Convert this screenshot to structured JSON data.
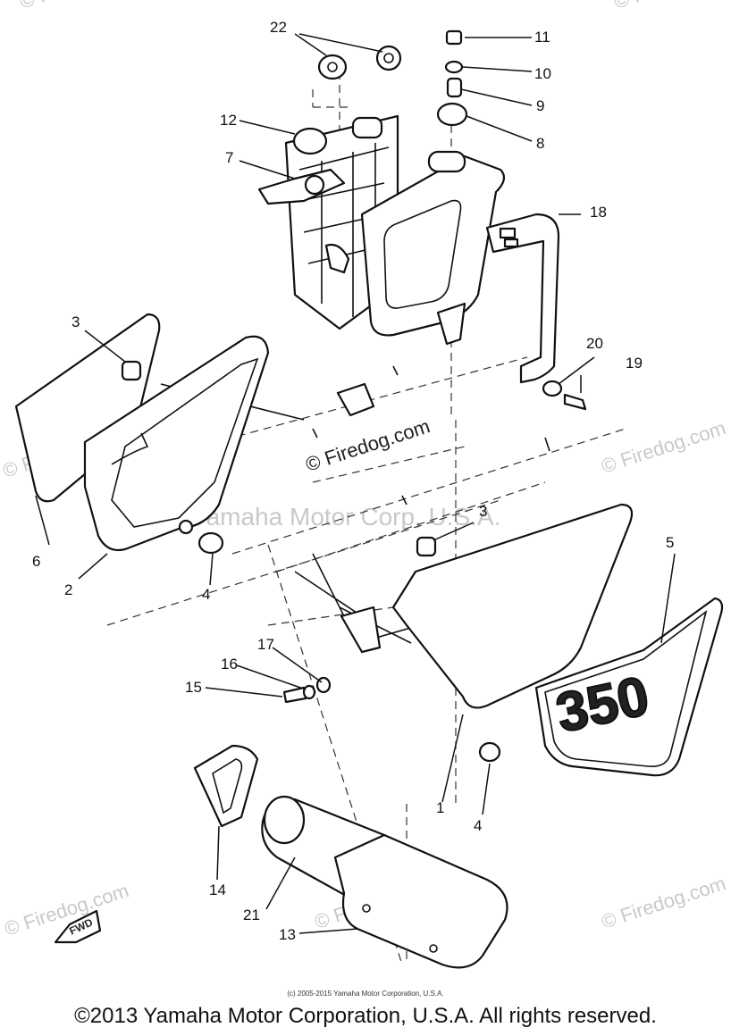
{
  "diagram": {
    "callouts": [
      "1",
      "2",
      "3",
      "4",
      "5",
      "6",
      "7",
      "8",
      "9",
      "10",
      "11",
      "12",
      "13",
      "14",
      "15",
      "16",
      "17",
      "18",
      "19",
      "20",
      "21",
      "22"
    ],
    "badge_text": "350",
    "fwd_label": "FWD",
    "watermarks": [
      "© Firedog.com",
      "© Firedog.com",
      "© Firedog.com",
      "© Firedog.com",
      "© Firedog.com",
      "© Firedog.com",
      "© Firedog.com"
    ],
    "overlay_watermark": "Yamaha Motor Corp, U.S.A.",
    "center_watermark": "© Firedog.com"
  },
  "footer": {
    "small_notice": "(c) 2005-2015 Yamaha Motor Corporation, U.S.A.",
    "copyright": "©2013 Yamaha Motor Corporation, U.S.A. All rights reserved."
  },
  "colors": {
    "ink": "#111111",
    "watermark": "#c9c9c9",
    "background": "#ffffff"
  }
}
